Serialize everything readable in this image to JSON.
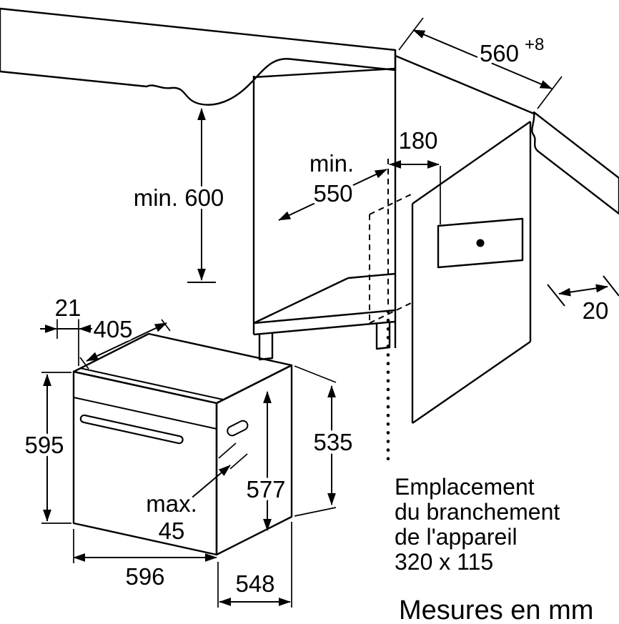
{
  "colors": {
    "background": "#ffffff",
    "line": "#000000",
    "countertop_fill": "#d6d6d6"
  },
  "niche": {
    "width": "560",
    "width_tolerance": "+8",
    "height_min": "min. 600",
    "depth_min_line1": "min.",
    "depth_min_line2": "550",
    "connection_distance": "180",
    "rear_gap": "20"
  },
  "oven": {
    "front_lip": "21",
    "top_depth": "405",
    "height": "595",
    "rear_height": "535",
    "depth_with_door": "577",
    "width": "596",
    "body_depth": "548",
    "handle_clearance_line1": "max.",
    "handle_clearance_line2": "45"
  },
  "connection_note": {
    "line1": "Emplacement",
    "line2": "du branchement",
    "line3": "de l'appareil",
    "line4": "320 x 115"
  },
  "units_note": "Mesures en mm"
}
